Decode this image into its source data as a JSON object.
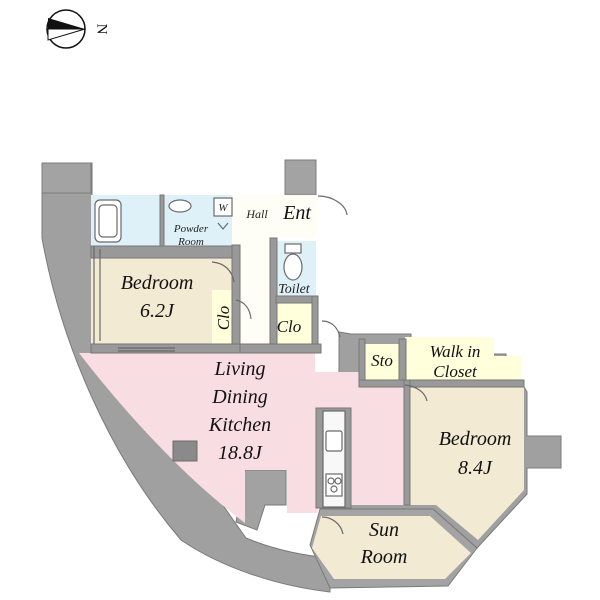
{
  "compass": {
    "north": "N"
  },
  "rooms": {
    "bedroom_left": {
      "name": "Bedroom",
      "size": "6.2J"
    },
    "living": {
      "line1": "Living",
      "line2": "Dining",
      "line3": "Kitchen",
      "size": "18.8J"
    },
    "bedroom_right": {
      "name": "Bedroom",
      "size": "8.4J"
    },
    "sun_room": {
      "line1": "Sun",
      "line2": "Room"
    },
    "walk_in_closet": {
      "line1": "Walk in",
      "line2": "Closet"
    },
    "sto": "Sto",
    "toilet": "Toilet",
    "clo_left": "Clo",
    "clo_right": "Clo",
    "hall": "Hall",
    "entrance": "Ent",
    "powder_room": {
      "line1": "Powder",
      "line2": "Room"
    },
    "washer": "W"
  },
  "colors": {
    "wall": "#8f8f8f",
    "wall_dark": "#6f6f6f",
    "bedroom": "#f2ead3",
    "living": "#f8dde2",
    "bath": "#dff1f8",
    "storage": "#ffffdc",
    "hall": "#fffef6",
    "column": "#8a8a8a"
  }
}
